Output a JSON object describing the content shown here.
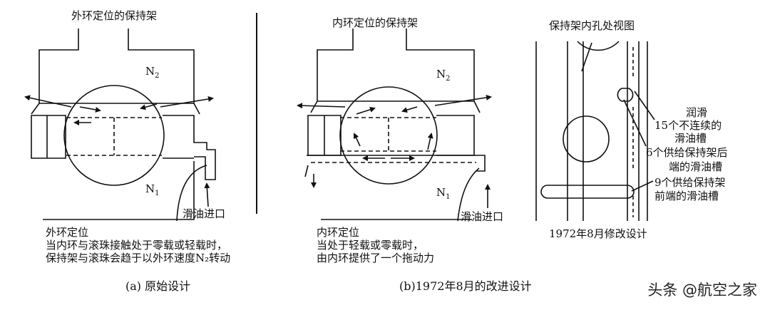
{
  "panel_a": {
    "title": "外环定位的保持架",
    "n_top": "N",
    "n_top_sub": "2",
    "n_bottom": "N",
    "n_bottom_sub": "1",
    "oil_inlet": "滑油进口",
    "note_line1": "外环定位",
    "note_line2": "当内环与滚珠接触处于零载或轻载时，",
    "note_line3": "保持架与滚珠会趋于以外环速度N₂转动",
    "caption": "(a) 原始设计"
  },
  "panel_b": {
    "title": "内环定位的保持架",
    "n_top": "N",
    "n_top_sub": "2",
    "n_bottom": "N",
    "n_bottom_sub": "1",
    "oil_inlet": "滑油进口",
    "note_line1": "内环定位",
    "note_line2": "当处于轻载或零载时，",
    "note_line3": "由内环提供了一个拖动力",
    "caption": "(b)1972年8月的改进设计"
  },
  "panel_c": {
    "title": "保持架内孔处视图",
    "label_lube": "润滑",
    "label_grooves15_1": "15个不连续的",
    "label_grooves15_2": "滑油槽",
    "label_grooves6_1": "6个供给保持架后",
    "label_grooves6_2": "端的滑油槽",
    "label_grooves9_1": "9个供给保持架",
    "label_grooves9_2": "前端的滑油槽",
    "revision": "1972年8月修改设计"
  },
  "watermark": "头条 @航空之家"
}
